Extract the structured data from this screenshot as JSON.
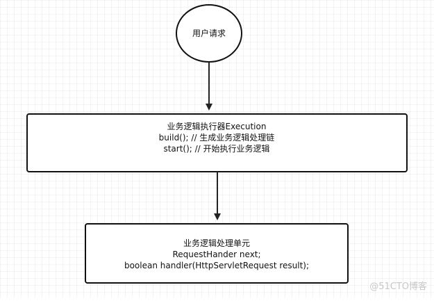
{
  "diagram": {
    "start_node": {
      "label": "用户请求"
    },
    "execution_box": {
      "lines": [
        "业务逻辑执行器Execution",
        "build();  // 生成业务逻辑处理链",
        "start();  // 开始执行业务逻辑"
      ]
    },
    "handler_box": {
      "lines": [
        "业务逻辑处理单元",
        "RequestHander next;",
        "boolean handler(HttpServletRequest result);"
      ]
    }
  },
  "watermark": {
    "text": "@51CTO博客"
  }
}
